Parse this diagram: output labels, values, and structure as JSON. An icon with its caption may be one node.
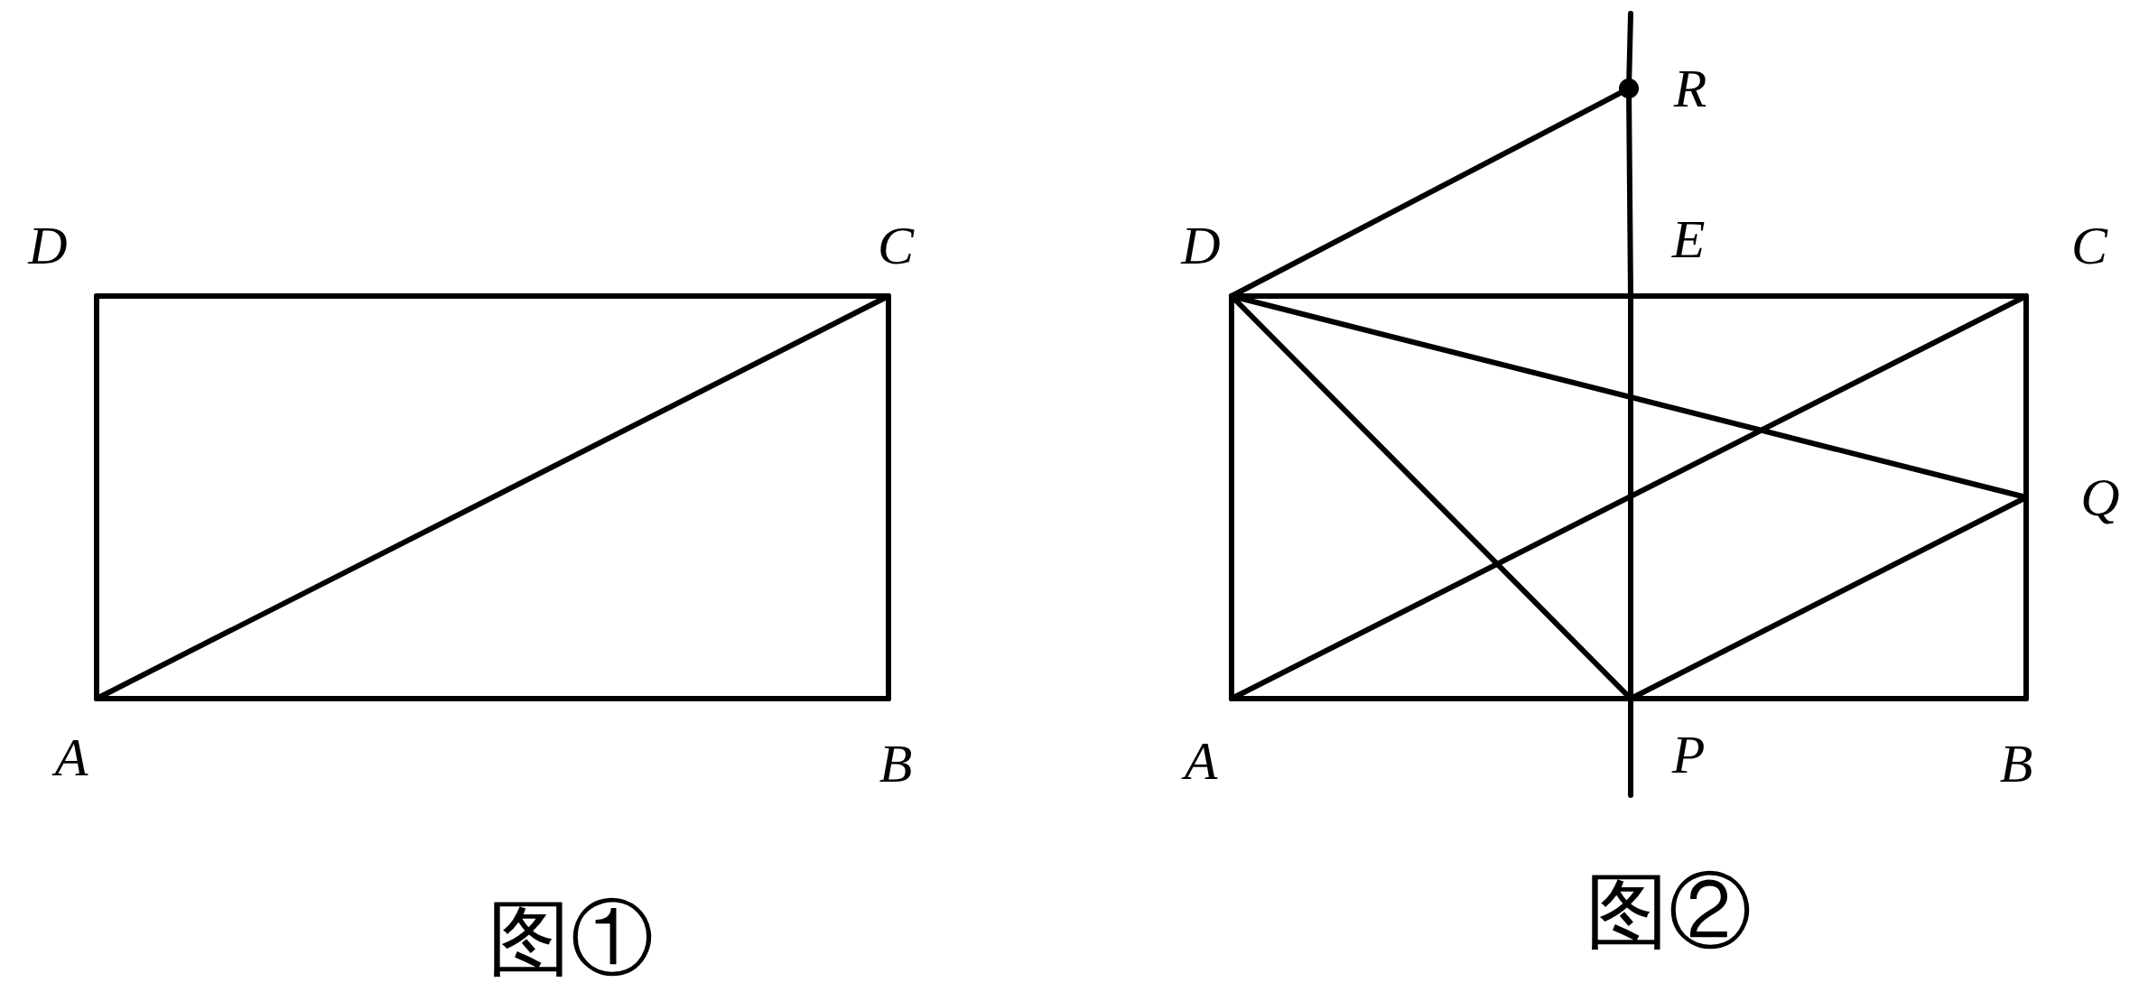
{
  "diagram": {
    "nodes": [
      {
        "text": [
          "D"
        ]
      },
      {
        "text": [
          "C"
        ]
      },
      {
        "text": [
          "A"
        ]
      },
      {
        "text": [
          "B"
        ]
      },
      {
        "text": [
          "R"
        ]
      },
      {
        "text": [
          "D"
        ]
      },
      {
        "text": [
          "E"
        ]
      },
      {
        "text": [
          "C"
        ]
      },
      {
        "text": [
          "Q"
        ]
      },
      {
        "text": [
          "A"
        ]
      },
      {
        "text": [
          "P"
        ]
      },
      {
        "text": [
          "B"
        ]
      }
    ],
    "edges": [
      {
        "from": 0,
        "to": 1,
        "arrow": "none"
      },
      {
        "from": 1,
        "to": 3,
        "arrow": "none"
      },
      {
        "from": 3,
        "to": 2,
        "arrow": "none"
      },
      {
        "from": 2,
        "to": 0,
        "arrow": "none"
      },
      {
        "from": 2,
        "to": 1,
        "arrow": "none"
      },
      {
        "from": 5,
        "to": 6,
        "arrow": "none"
      },
      {
        "from": 6,
        "to": 7,
        "arrow": "none"
      },
      {
        "from": 7,
        "to": 8,
        "arrow": "none"
      },
      {
        "from": 8,
        "to": 11,
        "arrow": "none"
      },
      {
        "from": 11,
        "to": 10,
        "arrow": "none"
      },
      {
        "from": 10,
        "to": 9,
        "arrow": "none"
      },
      {
        "from": 9,
        "to": 5,
        "arrow": "none"
      },
      {
        "from": 5,
        "to": 4,
        "arrow": "none"
      },
      {
        "from": 9,
        "to": 7,
        "arrow": "none"
      },
      {
        "from": 5,
        "to": 8,
        "arrow": "none"
      },
      {
        "from": 5,
        "to": 10,
        "arrow": "none"
      },
      {
        "from": 10,
        "to": 8,
        "arrow": "none"
      },
      {
        "from": null,
        "to": 4,
        "arrow": "none"
      },
      {
        "from": 4,
        "to": 6,
        "arrow": "none"
      },
      {
        "from": 6,
        "to": 10,
        "arrow": "none"
      },
      {
        "from": 10,
        "to": null,
        "arrow": "none"
      }
    ],
    "labels": [
      "图①",
      "图②"
    ]
  }
}
